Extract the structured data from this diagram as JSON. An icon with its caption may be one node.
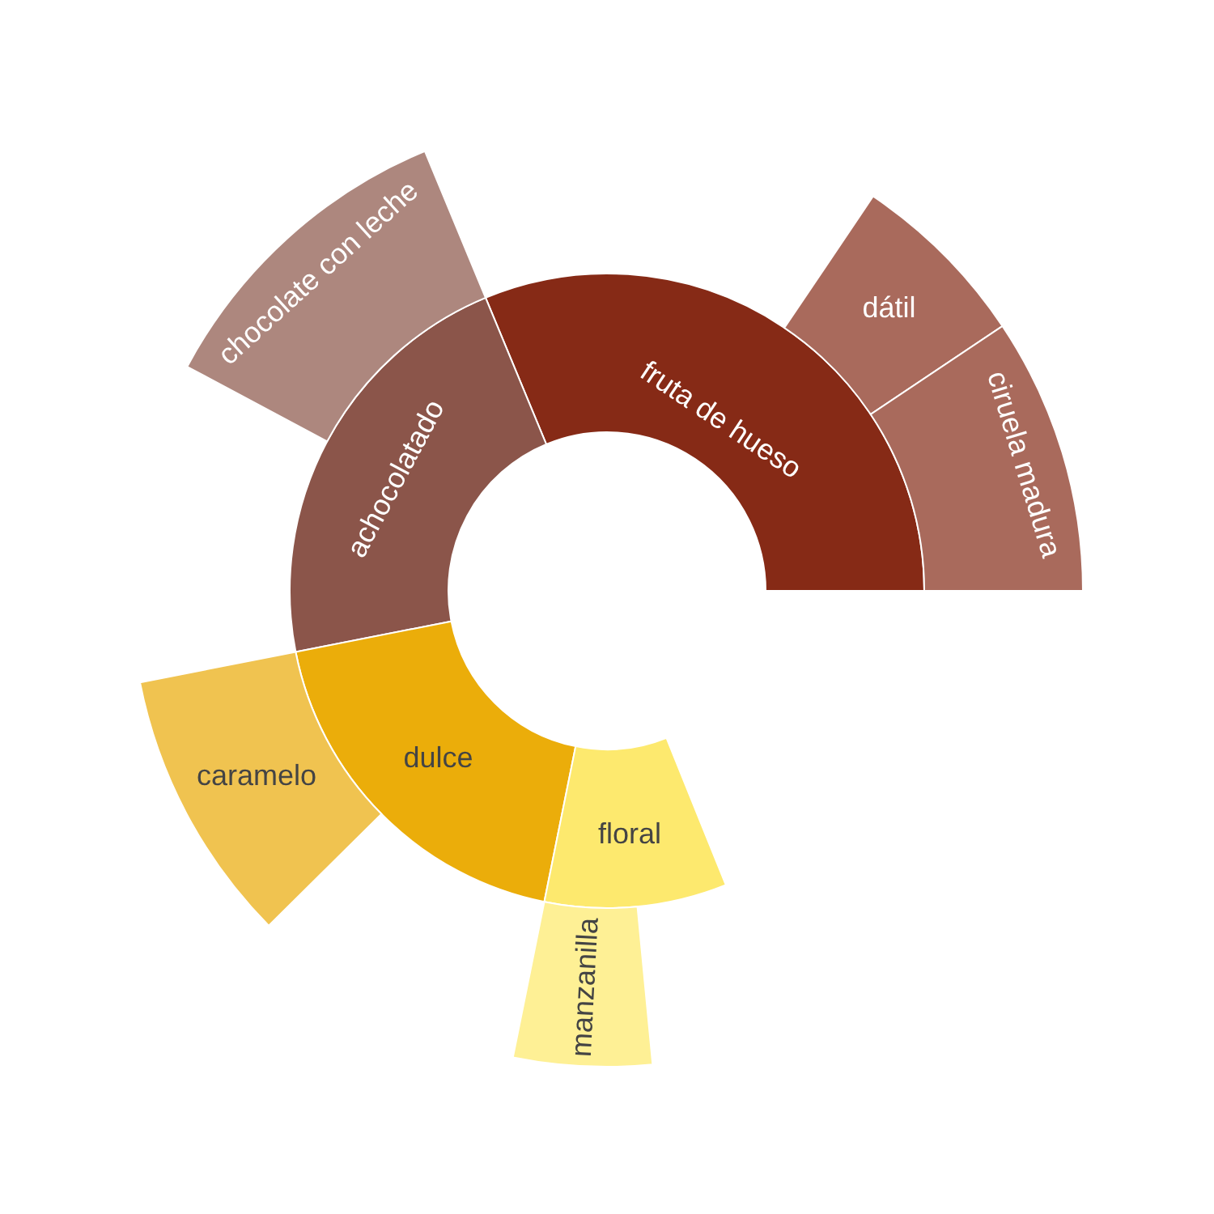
{
  "diagram": {
    "nodes": [
      {
        "text": [
          "fruta de hueso"
        ]
      },
      {
        "text": [
          "dátil"
        ]
      },
      {
        "text": [
          "ciruela madura"
        ]
      },
      {
        "text": [
          "achocolatado"
        ]
      },
      {
        "text": [
          "chocolate con leche"
        ]
      },
      {
        "text": [
          "dulce"
        ]
      },
      {
        "text": [
          "caramelo"
        ]
      },
      {
        "text": [
          "floral"
        ]
      },
      {
        "text": [
          "manzanilla"
        ]
      }
    ]
  }
}
